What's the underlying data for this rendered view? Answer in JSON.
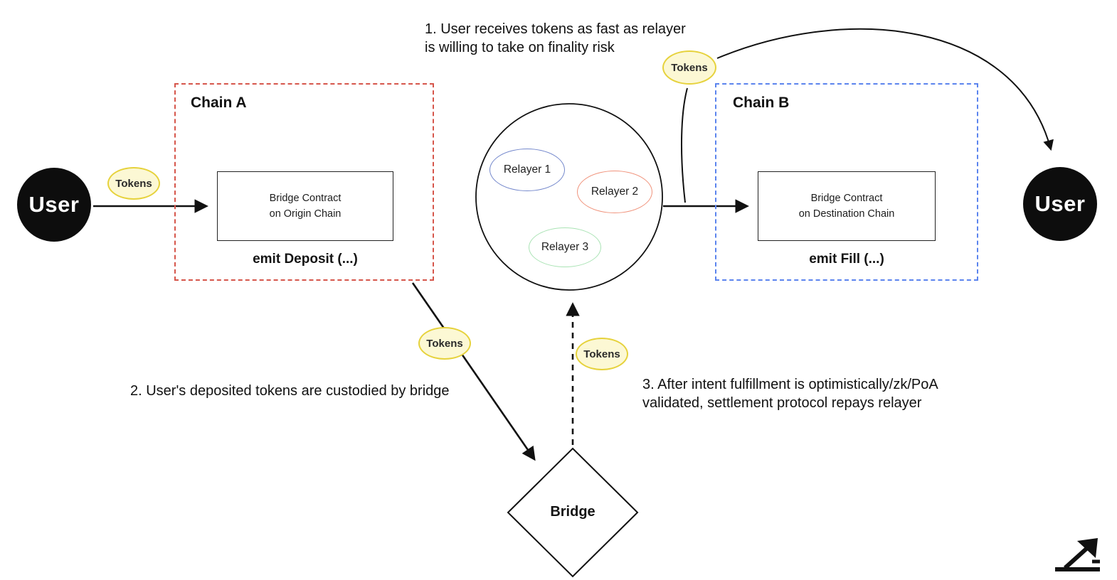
{
  "diagram": {
    "users": {
      "left": "User",
      "right": "User"
    },
    "tokens_label": "Tokens",
    "chain_a": {
      "label": "Chain A",
      "contract_line1": "Bridge Contract",
      "contract_line2": "on Origin Chain",
      "emit_label": "emit Deposit (...)"
    },
    "chain_b": {
      "label": "Chain B",
      "contract_line1": "Bridge Contract",
      "contract_line2": "on Destination Chain",
      "emit_label": "emit Fill (...)"
    },
    "relayers": [
      "Relayer 1",
      "Relayer 2",
      "Relayer 3"
    ],
    "bridge_label": "Bridge",
    "notes": {
      "note1_line1": "1. User receives tokens as fast as relayer",
      "note1_line2": "is willing to take on finality risk",
      "note2": "2. User's deposited tokens are custodied by bridge",
      "note3_line1": "3. After intent fulfillment is optimistically/zk/PoA",
      "note3_line2": "validated, settlement protocol repays relayer"
    },
    "colors": {
      "chain_a_border": "#d6564b",
      "chain_b_border": "#5b84ee",
      "relayer1_border": "#7488cc",
      "relayer2_border": "#f0937c",
      "relayer3_border": "#a9e3b4",
      "tokens_fill": "#fcf8d4",
      "tokens_border": "#e6d23c",
      "user_fill": "#0d0d0d",
      "arrow": "#111111"
    }
  }
}
